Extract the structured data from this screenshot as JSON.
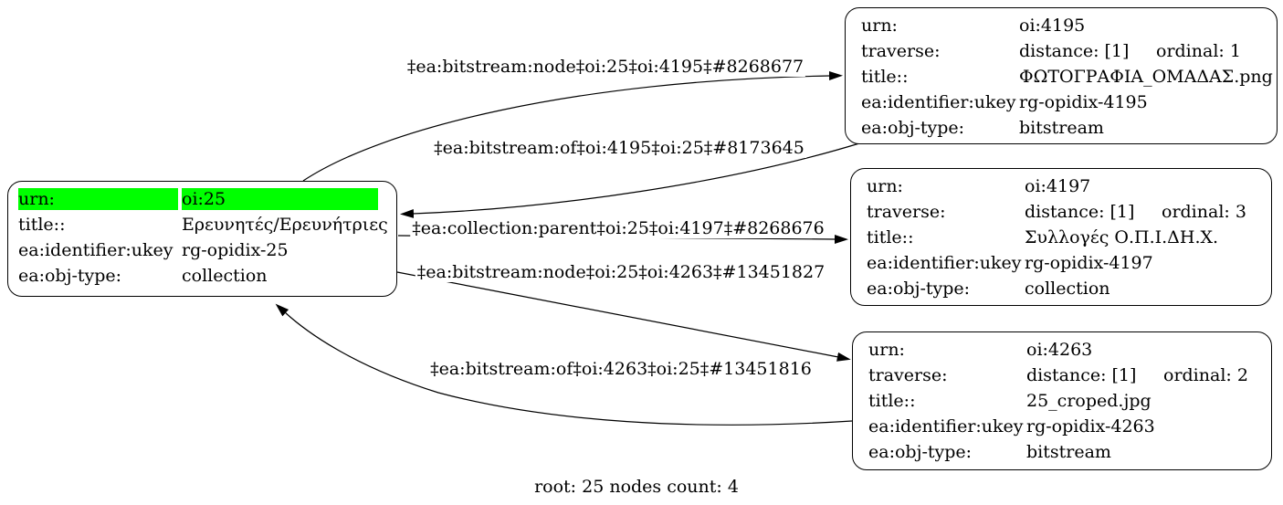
{
  "caption": "root: 25 nodes count: 4",
  "colors": {
    "highlight": "#00ff00",
    "edge": "#000000",
    "node_border": "#000000",
    "background": "#ffffff"
  },
  "nodes": [
    {
      "id": "oi:25",
      "rows": [
        {
          "label": "urn:",
          "value": "oi:25",
          "highlight": true
        },
        {
          "label": "title::",
          "value": "Ερευνητές/Ερευνήτριες"
        },
        {
          "label": "ea:identifier:ukey",
          "value": "rg-opidix-25"
        },
        {
          "label": "ea:obj-type:",
          "value": "collection"
        }
      ]
    },
    {
      "id": "oi:4195",
      "rows": [
        {
          "label": "urn:",
          "value": "oi:4195"
        },
        {
          "label": "traverse:",
          "value": "distance: [1]",
          "ordinal": "ordinal: 1"
        },
        {
          "label": "title::",
          "value": "ΦΩΤΟΓΡΑΦΙΑ_ΟΜΑΔΑΣ.png"
        },
        {
          "label": "ea:identifier:ukey",
          "value": "rg-opidix-4195"
        },
        {
          "label": "ea:obj-type:",
          "value": "bitstream"
        }
      ]
    },
    {
      "id": "oi:4197",
      "rows": [
        {
          "label": "urn:",
          "value": "oi:4197"
        },
        {
          "label": "traverse:",
          "value": "distance: [1]",
          "ordinal": "ordinal: 3"
        },
        {
          "label": "title::",
          "value": "Συλλογές Ο.Π.Ι.ΔΗ.Χ."
        },
        {
          "label": "ea:identifier:ukey",
          "value": "rg-opidix-4197"
        },
        {
          "label": "ea:obj-type:",
          "value": "collection"
        }
      ]
    },
    {
      "id": "oi:4263",
      "rows": [
        {
          "label": "urn:",
          "value": "oi:4263"
        },
        {
          "label": "traverse:",
          "value": "distance: [1]",
          "ordinal": "ordinal: 2"
        },
        {
          "label": "title::",
          "value": "25_croped.jpg"
        },
        {
          "label": "ea:identifier:ukey",
          "value": "rg-opidix-4263"
        },
        {
          "label": "ea:obj-type:",
          "value": "bitstream"
        }
      ]
    }
  ],
  "edges": [
    {
      "label": "‡ea:bitstream:node‡oi:25‡oi:4195‡#8268677"
    },
    {
      "label": "‡ea:bitstream:of‡oi:4195‡oi:25‡#8173645"
    },
    {
      "label": "‡ea:collection:parent‡oi:25‡oi:4197‡#8268676"
    },
    {
      "label": "‡ea:bitstream:node‡oi:25‡oi:4263‡#13451827"
    },
    {
      "label": "‡ea:bitstream:of‡oi:4263‡oi:25‡#13451816"
    }
  ]
}
